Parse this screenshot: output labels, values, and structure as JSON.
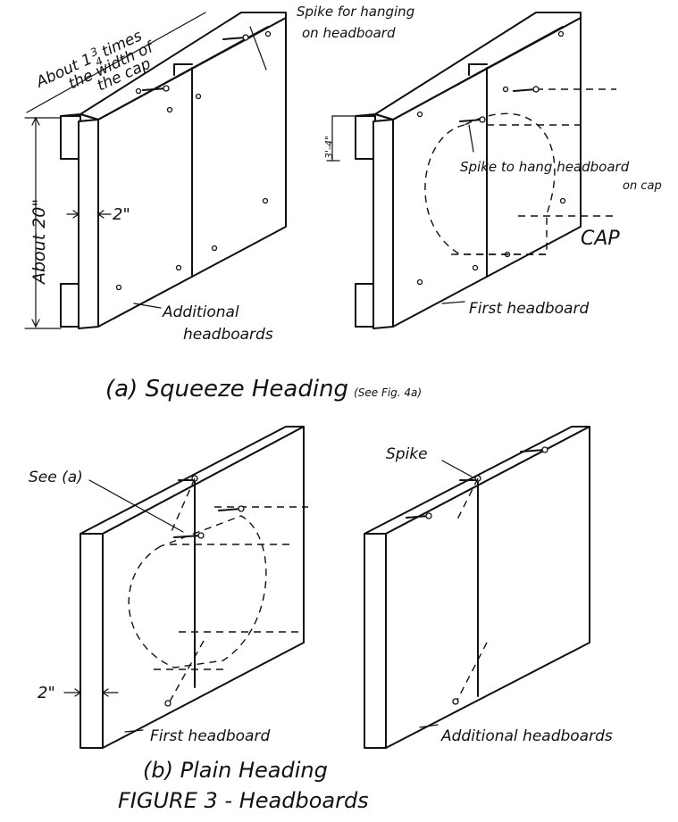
{
  "panel_a": {
    "label_width": "About 1",
    "label_width_frac_num": "3",
    "label_width_frac_den": "4",
    "label_width_tail": "times",
    "label_width_line2": "the width of",
    "label_width_line3": "the cap",
    "label_spike_line1": "Spike for hanging",
    "label_spike_line2": "on headboard",
    "label_height": "About 20\"",
    "label_thickness": "2\"",
    "label_additional_line1": "Additional",
    "label_additional_line2": "headboards",
    "label_offset": "3'-4\"",
    "label_spike_cap_line1": "Spike to hang headboard",
    "label_spike_cap_line2": "on cap",
    "label_cap": "CAP",
    "label_first": "First headboard",
    "caption": "(a) Squeeze Heading",
    "caption_ref": "(See Fig. 4a)"
  },
  "panel_b": {
    "label_see": "See (a)",
    "label_spike": "Spike",
    "label_thickness": "2\"",
    "label_first": "First headboard",
    "label_additional": "Additional headboards",
    "caption": "(b) Plain Heading"
  },
  "figure_title": "FIGURE 3 - Headboards"
}
